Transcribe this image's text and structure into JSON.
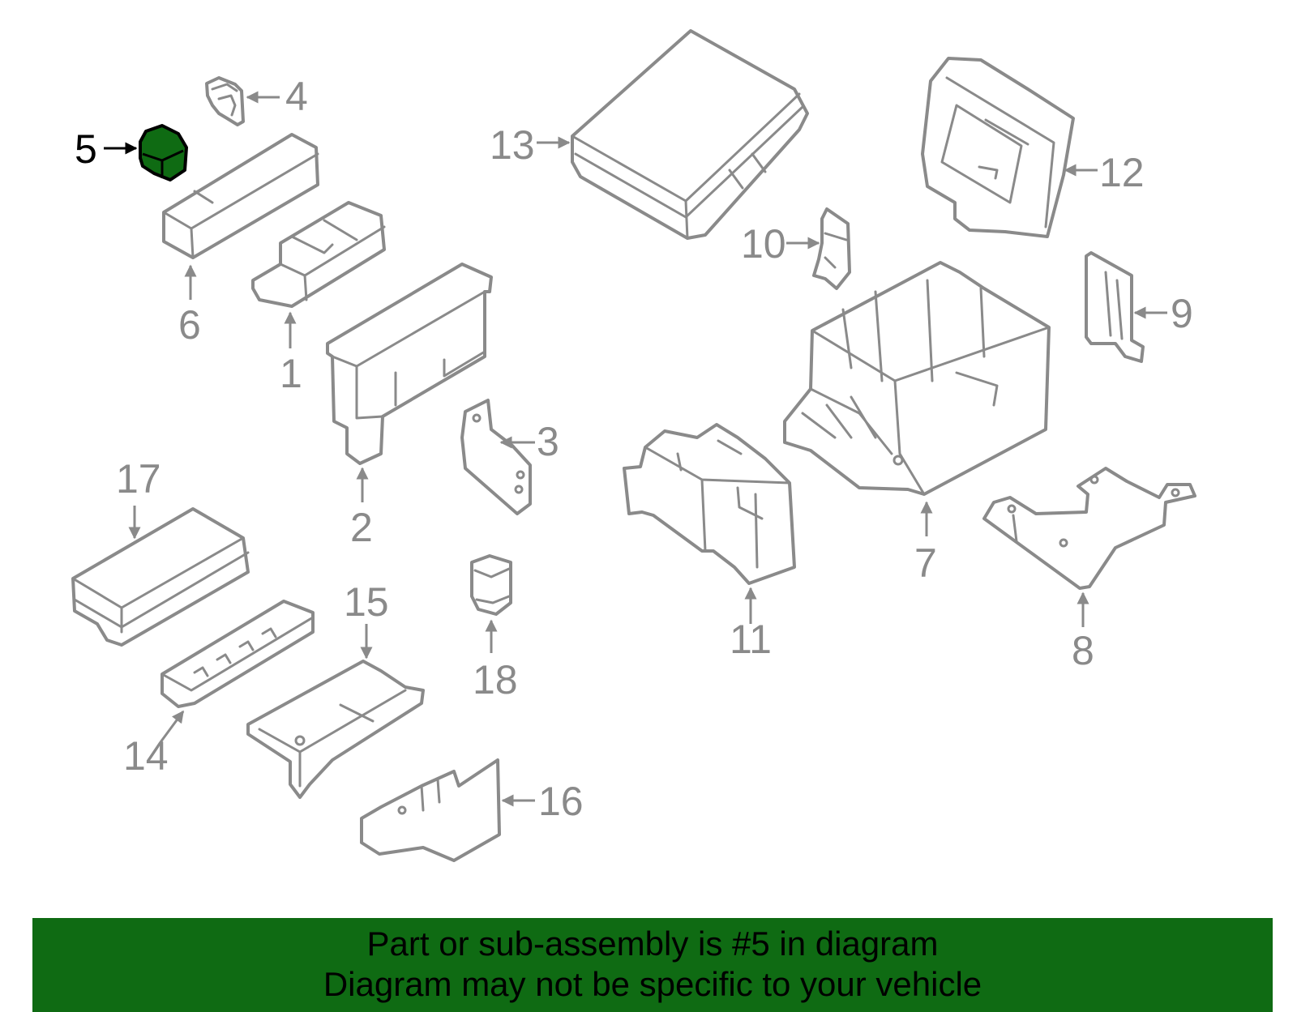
{
  "colors": {
    "outline": "#8a8a8a",
    "highlight_fill": "#0f6b13",
    "highlight_text": "#000000",
    "banner_bg": "#0f6b13"
  },
  "highlighted_part": "5",
  "callouts": {
    "c1": "1",
    "c2": "2",
    "c3": "3",
    "c4": "4",
    "c5": "5",
    "c6": "6",
    "c7": "7",
    "c8": "8",
    "c9": "9",
    "c10": "10",
    "c11": "11",
    "c12": "12",
    "c13": "13",
    "c14": "14",
    "c15": "15",
    "c16": "16",
    "c17": "17",
    "c18": "18"
  },
  "banner": {
    "line1": "Part or sub-assembly is #5 in diagram",
    "line2": "Diagram may not be specific to your vehicle"
  }
}
